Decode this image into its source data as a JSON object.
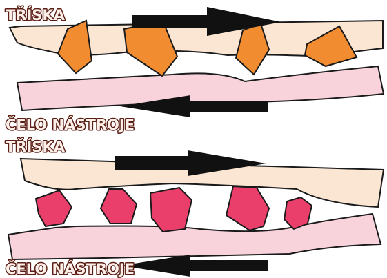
{
  "top_panel": {
    "chip_label": "TŘÍSKA",
    "tool_label": "ČELO NÁSTROJE"
  },
  "bottom_panel": {
    "chip_label": "TŘÍSKA",
    "tool_label": "ČELO NÁSTROJE"
  },
  "colors": {
    "chip_layer": "#fbe6d4",
    "tool_face": "#f9d3dc",
    "top_particles": "#f28c30",
    "bottom_particles": "#ea3f6b",
    "arrow": "#111111",
    "label_fill": "#fcefe9",
    "label_outline": "#5a1e14",
    "outline": "#1a1a1a"
  }
}
